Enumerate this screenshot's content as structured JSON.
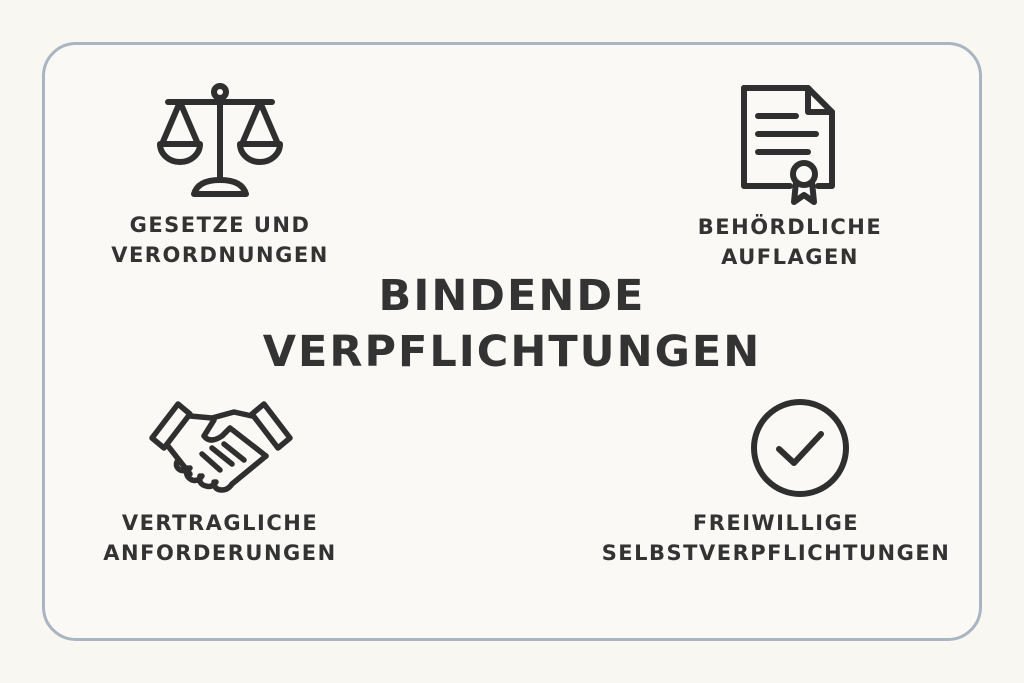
{
  "title": {
    "line1": "BINDENDE",
    "line2": "VERPFLICHTUNGEN"
  },
  "items": [
    {
      "icon": "scales-icon",
      "line1": "GESETZE UND",
      "line2": "VERORDNUNGEN"
    },
    {
      "icon": "certificate-document-icon",
      "line1": "BEHÖRDLICHE",
      "line2": "AUFLAGEN"
    },
    {
      "icon": "handshake-icon",
      "line1": "VERTRAGLICHE",
      "line2": "ANFORDERUNGEN"
    },
    {
      "icon": "checkmark-circle-icon",
      "line1": "FREIWILLIGE",
      "line2": "SELBSTVERPFLICHTUNGEN"
    }
  ],
  "colors": {
    "background": "#f8f7f2",
    "frame_border": "#a9b6c2",
    "text": "#333333",
    "icon_stroke": "#2f2f2f"
  }
}
